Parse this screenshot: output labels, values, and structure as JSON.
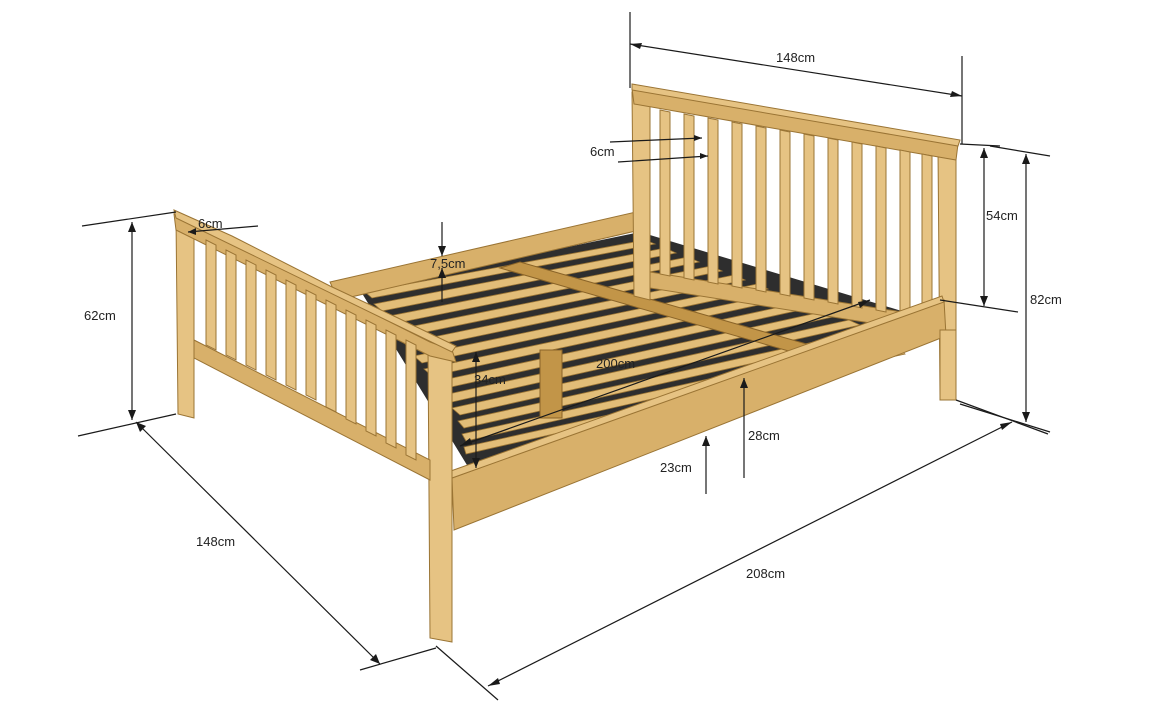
{
  "dimensions": {
    "headboard_width": "148cm",
    "headboard_post": "6cm",
    "headboard_panel_height": "54cm",
    "headboard_total_height": "82cm",
    "footboard_post": "6cm",
    "footboard_height": "62cm",
    "slat_height": "7,5cm",
    "frame_inner_height": "34cm",
    "inner_length": "200cm",
    "leg_height": "28cm",
    "floor_clearance": "23cm",
    "width": "148cm",
    "length": "208cm"
  },
  "colors": {
    "wood": "#d8b06a",
    "wood_edge": "#9a7434",
    "slat_gap": "#2e2e2e",
    "dimension_line": "#1a1a1a"
  }
}
